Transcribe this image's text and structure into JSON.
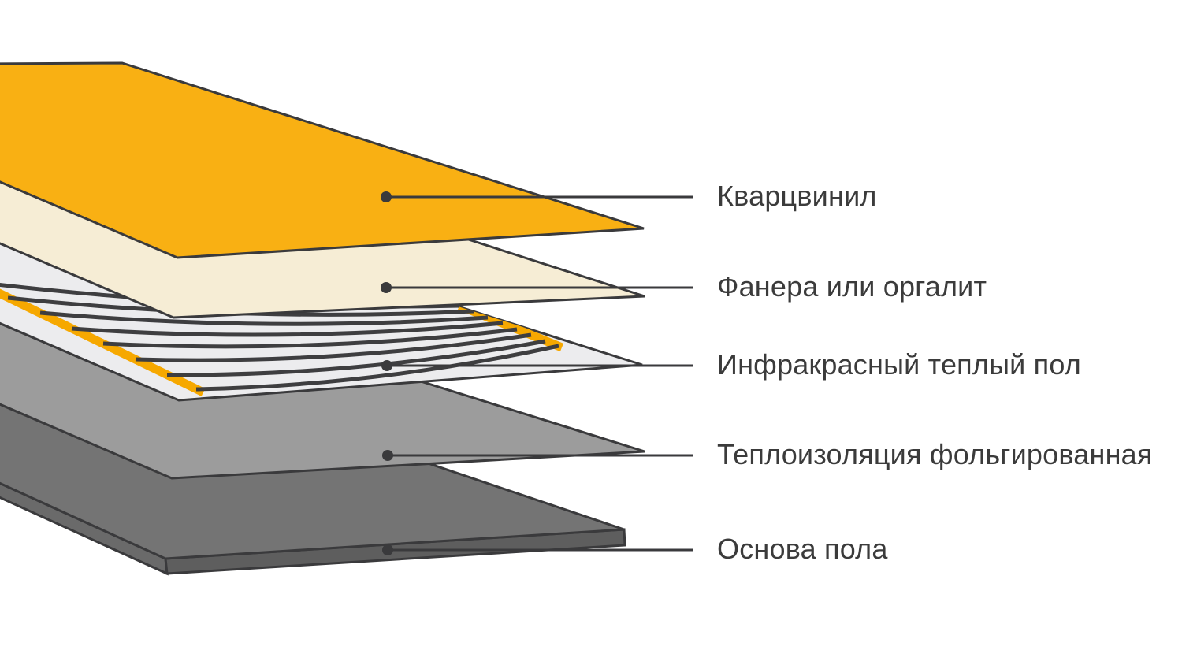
{
  "diagram": {
    "background": "#FFFFFF",
    "outline_color": "#3A3A3C",
    "label_color": "#3B3B3B",
    "layers": [
      {
        "id": "quartz-vinyl",
        "label": "Кварцвинил",
        "color": "#F9B013"
      },
      {
        "id": "plywood",
        "label": "Фанера или оргалит",
        "color": "#F6EDD5"
      },
      {
        "id": "infrared-floor",
        "label": "Инфракрасный теплый пол",
        "color": "#ECECEE",
        "stripe_color": "#3E3E40",
        "busbar_color": "#F6A800"
      },
      {
        "id": "foil-insulation",
        "label": "Теплоизоляция фольгированная",
        "color": "#9C9C9C"
      },
      {
        "id": "floor-base",
        "label": "Основа пола",
        "color": "#747474",
        "front_color": "#5E5E5E",
        "side_color": "#6A6A6A"
      }
    ]
  }
}
